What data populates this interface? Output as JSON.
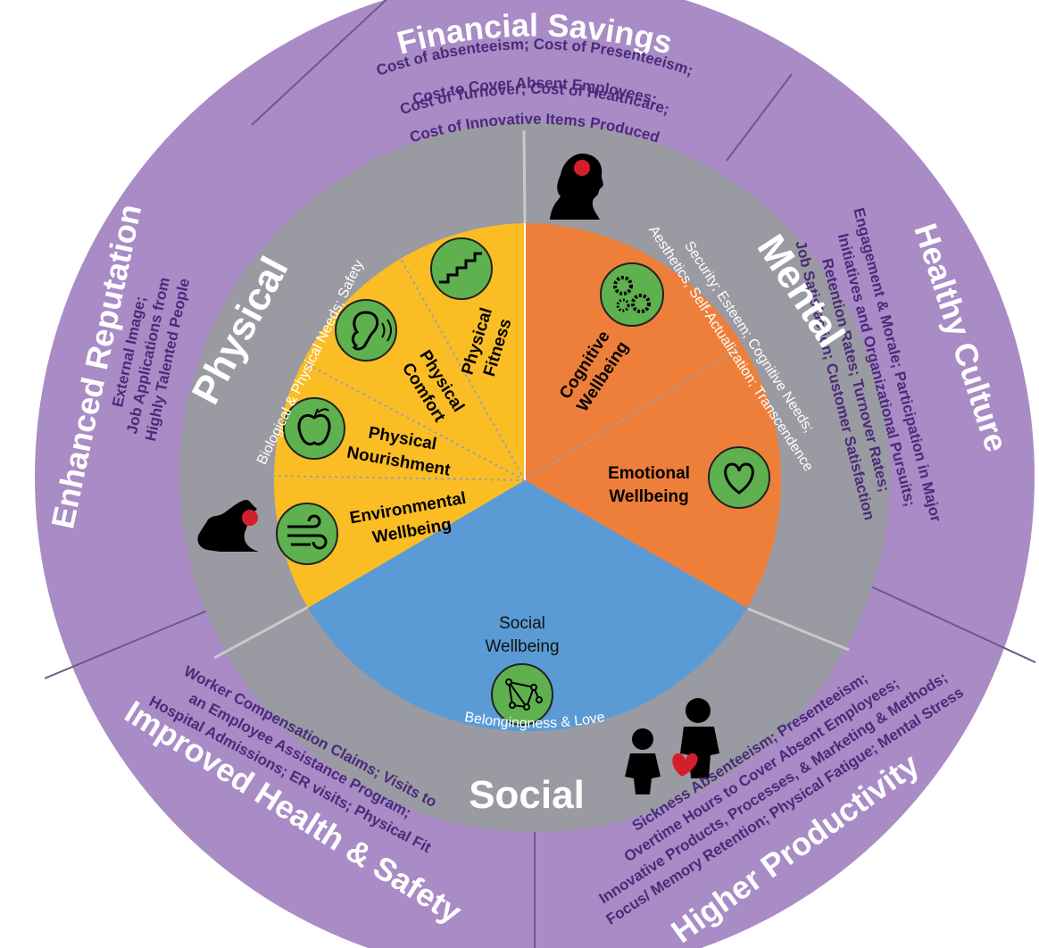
{
  "outer_ring": {
    "financial": {
      "title": "Financial Savings",
      "lines": [
        "Cost of absenteeism; Cost of Presenteeism;",
        "Cost to Cover Absent Employees;",
        "Cost of Turnover; Cost of Healthcare;",
        "Cost of Innovative Items Produced"
      ]
    },
    "culture": {
      "title": "Healthy Culture",
      "lines": [
        "Engagement & Morale; Participation in Major",
        "Initiatives and Organizational Pursuits;",
        "Retention Rates; Turnover Rates;",
        "Job Satisfaction; Customer Satisfaction"
      ]
    },
    "productivity": {
      "title": "Higher Productivity",
      "lines": [
        "Sickness Absenteeism; Presenteeism;",
        "Overtime Hours to Cover Absent Employees;",
        "Innovative Products, Processes, & Marketing & Methods;",
        "Focus/ Memory Retention; Physical Fatigue; Mental Stress"
      ]
    },
    "health": {
      "title": "Improved Health & Safety",
      "lines": [
        "Worker Compensation Claims; Visits to",
        "an Employee Assistance Program;",
        "Hospital Admissions; ER visits; Physical Fit"
      ]
    },
    "reputation": {
      "title": "Enhanced Reputation",
      "lines": [
        "External Image;",
        "Job Applications from",
        "Highly Talented People"
      ]
    }
  },
  "middle_ring": {
    "physical": {
      "title": "Physical",
      "needs": "Biological & Physical Needs; Safety"
    },
    "mental": {
      "title": "Mental",
      "needs_1": "Security; Esteem; Cognitive Needs;",
      "needs_2": "Aesthetics, Self-Actualization; Transcendence"
    },
    "social": {
      "title": "Social",
      "needs": "Belongingness & Love"
    }
  },
  "inner": {
    "physical_fitness": [
      "Physical",
      "Fitness"
    ],
    "physical_comfort": [
      "Physical",
      "Comfort"
    ],
    "physical_nourishment": [
      "Physical",
      "Nourishment"
    ],
    "environmental": [
      "Environmental",
      "Wellbeing"
    ],
    "cognitive": [
      "Cognitive",
      "Wellbeing"
    ],
    "emotional": [
      "Emotional",
      "Wellbeing"
    ],
    "social": [
      "Social",
      "Wellbeing"
    ]
  },
  "icons": {
    "physical_fitness": "stairs-icon",
    "physical_comfort": "ear-sound-icon",
    "physical_nourishment": "apple-icon",
    "environmental": "wind-icon",
    "cognitive": "gears-icon",
    "emotional": "heart-icon",
    "social": "network-icon",
    "head_mental": "head-with-brain-icon",
    "head_physical": "head-with-brain-icon",
    "people_social": "two-people-heart-icon"
  },
  "colors": {
    "outer_ring": "#a98bc6",
    "outer_text": "#4a2a7a",
    "middle_ring": "#9a9aa2",
    "physical": "#fbbd24",
    "mental": "#ee7f3b",
    "social": "#5b9bd5",
    "icon_circle": "#5fb04f"
  }
}
